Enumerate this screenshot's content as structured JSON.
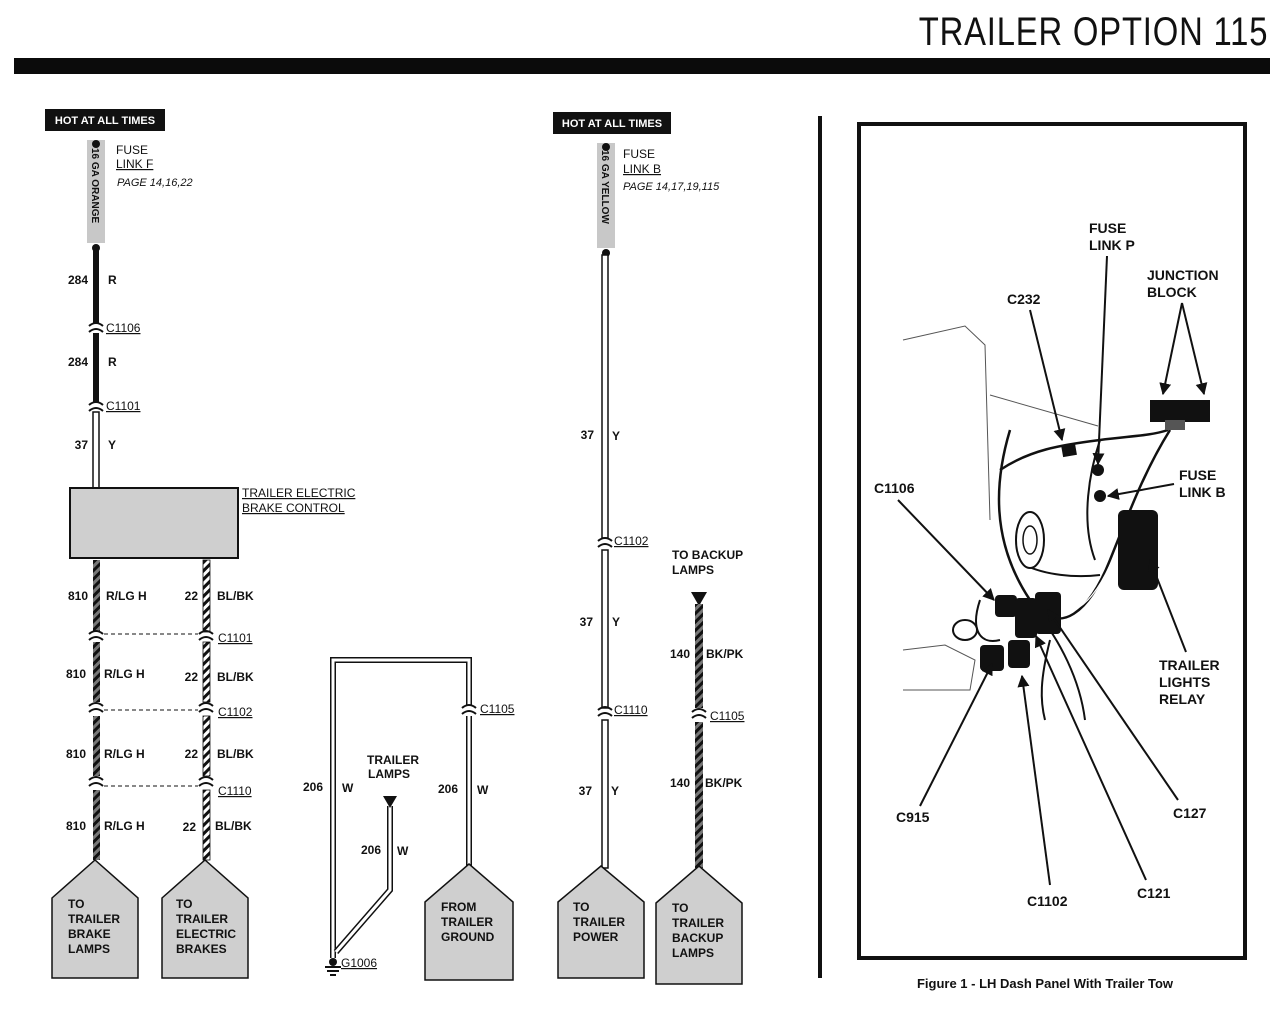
{
  "header": {
    "title": "TRAILER OPTION 115"
  },
  "badges": {
    "hot_left": "HOT AT ALL TIMES",
    "hot_right": "HOT AT ALL TIMES"
  },
  "left_circuit": {
    "fuse_line1": "FUSE",
    "fuse_line2": "LINK F",
    "fuse_page": "PAGE 14,16,22",
    "wire_gauge": "16 GA ORANGE",
    "w284a_num": "284",
    "w284a_col": "R",
    "c1106": "C1106",
    "w284b_num": "284",
    "w284b_col": "R",
    "c1101a": "C1101",
    "w37_num": "37",
    "w37_col": "Y",
    "control_line1": "TRAILER ELECTRIC",
    "control_line2": "BRAKE CONTROL",
    "r1_num": "810",
    "r1_col": "R/LG H",
    "r1b_num": "22",
    "r1b_col": "BL/BK",
    "c1101b": "C1101",
    "r2_num": "810",
    "r2_col": "R/LG H",
    "r2b_num": "22",
    "r2b_col": "BL/BK",
    "c1102": "C1102",
    "r3_num": "810",
    "r3_col": "R/LG H",
    "r3b_num": "22",
    "r3b_col": "BL/BK",
    "c1110": "C1110",
    "r4_num": "810",
    "r4_col": "R/LG H",
    "r4b_num": "22",
    "r4b_col": "BL/BK",
    "dest1": [
      "TO",
      "TRAILER",
      "BRAKE",
      "LAMPS"
    ],
    "dest2": [
      "TO",
      "TRAILER",
      "ELECTRIC",
      "BRAKES"
    ]
  },
  "ground_circuit": {
    "left_num": "206",
    "left_col": "W",
    "right_num": "206",
    "right_col": "W",
    "c1105": "C1105",
    "lamps_line1": "TRAILER",
    "lamps_line2": "LAMPS",
    "mid_num": "206",
    "mid_col": "W",
    "ground": "G1006",
    "dest": [
      "FROM",
      "TRAILER",
      "GROUND"
    ]
  },
  "right_circuit": {
    "fuse_line1": "FUSE",
    "fuse_line2": "LINK B",
    "fuse_page": "PAGE 14,17,19,115",
    "wire_gauge": "16 GA YELLOW",
    "y1_num": "37",
    "y1_col": "Y",
    "c1102": "C1102",
    "y2_num": "37",
    "y2_col": "Y",
    "c1110": "C1110",
    "y3_num": "37",
    "y3_col": "Y",
    "dest": [
      "TO",
      "TRAILER",
      "POWER"
    ],
    "backup_line1": "TO BACKUP",
    "backup_line2": "LAMPS",
    "b1_num": "140",
    "b1_col": "BK/PK",
    "c1105": "C1105",
    "b2_num": "140",
    "b2_col": "BK/PK",
    "dest2": [
      "TO",
      "TRAILER",
      "BACKUP",
      "LAMPS"
    ]
  },
  "figure": {
    "fuse_p": [
      "FUSE",
      "LINK P"
    ],
    "junction": [
      "JUNCTION",
      "BLOCK"
    ],
    "c232": "C232",
    "fuse_b": [
      "FUSE",
      "LINK B"
    ],
    "c1106": "C1106",
    "relay": [
      "TRAILER",
      "LIGHTS",
      "RELAY"
    ],
    "c915": "C915",
    "c127": "C127",
    "c1102": "C1102",
    "c121": "C121",
    "caption": "Figure 1 - LH Dash Panel With Trailer Tow"
  },
  "colors": {
    "ink": "#111111",
    "box_fill": "#cfcfcf",
    "gauge_fill": "#c8c8c8"
  }
}
